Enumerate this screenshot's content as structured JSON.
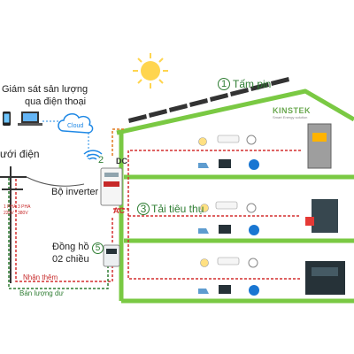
{
  "labels": {
    "monitor_line1": "Giám sát sản lượng",
    "monitor_line2": "qua điện thoại",
    "cloud": "Cloud",
    "grid": "ưới điện",
    "panel_num": "1",
    "panel": "Tấm pin",
    "inverter_num": "2",
    "inverter": "Bộ inverter",
    "dc": "DC",
    "ac": "AC",
    "load_num": "3",
    "load": "Tải tiêu thụ",
    "meter_line1": "Đồng hồ",
    "meter_num": "5",
    "meter_line2": "02 chiều",
    "phase1_a": "1 PHA",
    "phase1_b": "220V",
    "phase3_a": "3 PHA",
    "phase3_b": "380V",
    "receive": "Nhận thêm",
    "sell": "Bán lượng dư",
    "brand": "KINSTEK",
    "brand_sub": "Smart Energy solution"
  },
  "colors": {
    "house_line": "#7ac943",
    "dc_line": "#e07a1f",
    "ac_line": "#d32f2f",
    "sell_line": "#2e7d32",
    "text_green": "#2e7d32",
    "sun": "#ffd54f",
    "panel": "#333333"
  },
  "icons": [
    "sun-icon",
    "solar-panel-icon",
    "phone-icon",
    "laptop-icon",
    "cloud-icon",
    "wifi-icon",
    "inverter-icon",
    "meter-icon",
    "power-pole-icon",
    "bulb-icon",
    "air-conditioner-icon",
    "fan-icon",
    "iron-icon",
    "tv-icon",
    "pump-icon",
    "machine-icon",
    "generator-icon"
  ]
}
